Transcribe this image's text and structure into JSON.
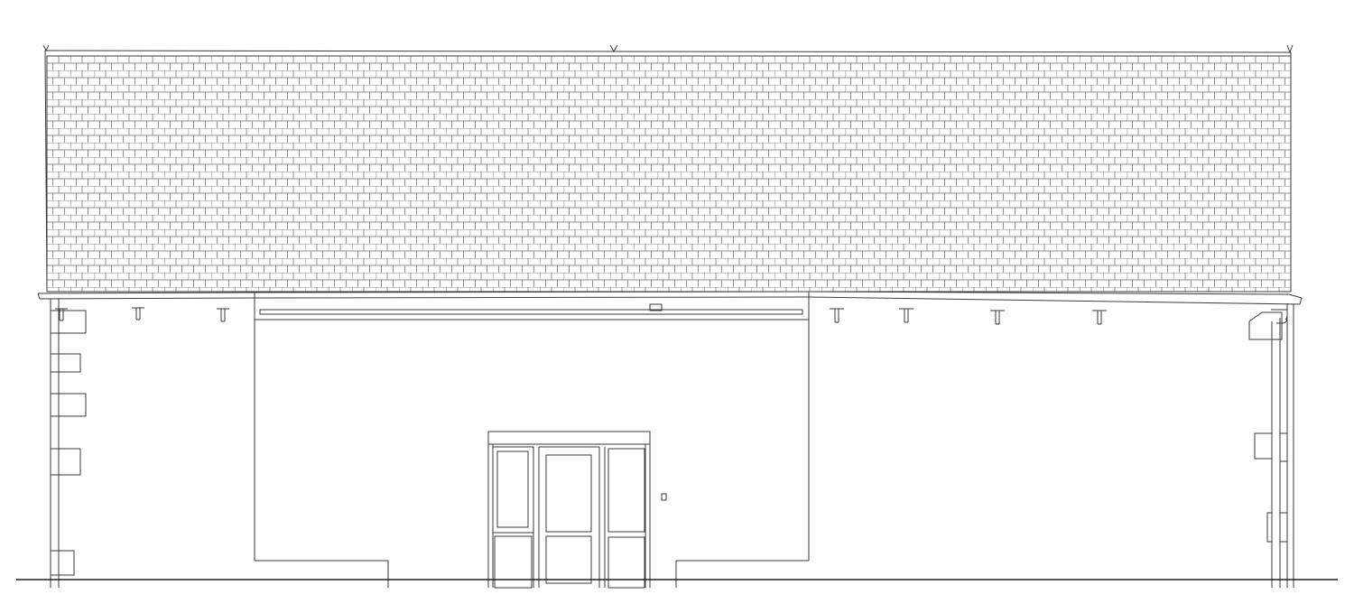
{
  "drawing": {
    "view": "facade-elevation",
    "annotations": [],
    "colors": {
      "background": "#ffffff",
      "line": "#3a3a3a",
      "tile": "#6a6a6a",
      "ground": "#222222"
    },
    "elements": {
      "roof": "tiled-roof",
      "eave_brackets": 7,
      "quoin_stones": 5,
      "door_leaves": 3,
      "downpipe": "rainwater-downpipe"
    }
  }
}
